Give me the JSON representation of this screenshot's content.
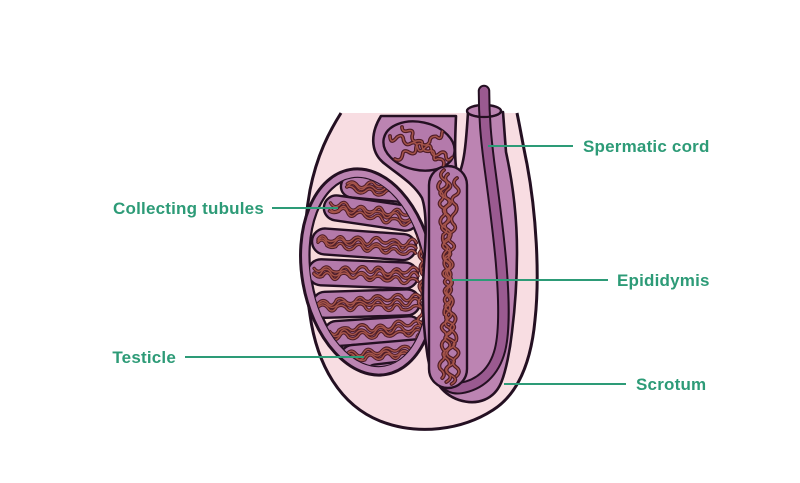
{
  "figure": {
    "labels": [
      {
        "id": "spermatic-cord",
        "text": "Spermatic cord"
      },
      {
        "id": "collecting-tubules",
        "text": "Collecting tubules"
      },
      {
        "id": "epididymis",
        "text": "Epididymis"
      },
      {
        "id": "testicle",
        "text": "Testicle"
      },
      {
        "id": "scrotum",
        "text": "Scrotum"
      }
    ],
    "colors": {
      "background": "#ffffff",
      "label": "#2d9b77",
      "outline": "#241022",
      "skin": "#f8dde2",
      "body": "#bc84b2",
      "tubule_bg": "#b47aab",
      "interior": "#f7d9da",
      "duct": "#9a5a90",
      "tubule_dark": "#4e1c26",
      "tubule_light": "#a5544a"
    }
  }
}
